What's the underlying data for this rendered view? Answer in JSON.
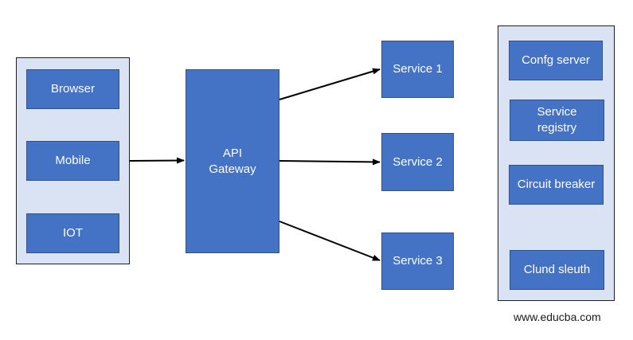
{
  "clients": {
    "items": [
      "Browser",
      "Mobile",
      "IOT"
    ]
  },
  "gateway": {
    "line1": "API",
    "line2": "Gateway"
  },
  "services": {
    "items": [
      "Service 1",
      "Service 2",
      "Service 3"
    ]
  },
  "infrastructure": {
    "items": [
      "Confg server",
      "Service registry",
      "Circuit breaker",
      "Clund sleuth"
    ],
    "registry_line1": "Service",
    "registry_line2": "registry"
  },
  "watermark": "www.educba.com",
  "colors": {
    "box_fill": "#4472c4",
    "panel_fill": "#dae3f3",
    "arrow": "#000000"
  }
}
